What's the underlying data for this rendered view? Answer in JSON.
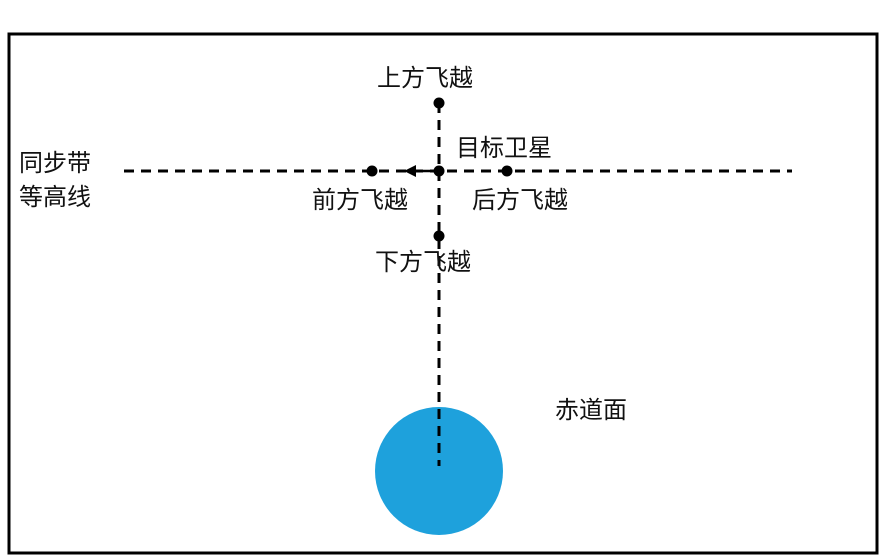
{
  "labels": {
    "above_flyby": "上方飞越",
    "target_satellite": "目标卫星",
    "sync_band_line1": "同步带",
    "sync_band_line2": "等高线",
    "front_flyby": "前方飞越",
    "rear_flyby": "后方飞越",
    "below_flyby": "下方飞越",
    "equator_plane": "赤道面"
  },
  "colors": {
    "frame": "#000000",
    "line": "#000000",
    "earth": "#1ea1dc",
    "text": "#111111"
  }
}
